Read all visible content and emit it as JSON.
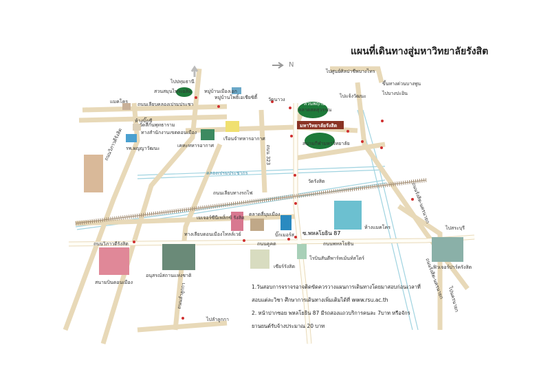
{
  "title": "แผนที่เดินทางสู่มหาวิทยาลัยรังสิต",
  "north": "N",
  "university": "มหาวิทยาลัยรังสิต",
  "labels": {
    "pathum": "ไปปทุมธานี",
    "bangkhen": "ไปศูนย์ศิลปาชีพบางไทร",
    "chaengwattana": "ไปแจ้งวัฒนะ",
    "bangpa_in": "ไปบางปะอิน",
    "tollway": "ขึ้นทางด่วนบางพูน",
    "saraburi": "ไปสระบุรี",
    "rangsit_nakhon": "ไปนครนายก",
    "lamlukka": "ไปลำลูกกา",
    "park_north": "สวนสมุนไพรเฉลิม",
    "village": "หมู่บ้านเมืองเอก",
    "thai_market": "ตลาดสดสุวรรณ",
    "ekachai": "หมู่บ้านโพธิ์เอเชียซิตี้",
    "wat_nava": "วัดนาวง",
    "canal_road": "ถนนเลียบคลองเปรมประชา",
    "makro": "แมคโคร",
    "lotus": "ห้างบิ๊กซี",
    "wat_phut": "วัดสีกันพุทธาราม",
    "district_office": "ทางสำนักงานเขตดอนเมือง",
    "hospital": "รพ.ผญญาวัฒนะ",
    "air_force": "เคหะทหารอากาศ",
    "air_museum": "เรือนจำทหารอากาศ",
    "road_vibhavadi": "ถนนวิภาวดีรังสิต",
    "khlong_main": "คลองเปรมประชากร",
    "road_rama": "ถนนพหลโยธิน",
    "u_north": "สวนพฤกษศาสตร์",
    "u_south": "สนามกีฬามหาวิทยาลัย",
    "wat_rangsit": "วัดรังสิต",
    "railway_road": "ถนนเลียบทางรถไฟ",
    "future_park": "เมเจอร์ซีนีเพล็กซ์ รังสิต",
    "market": "ตลาดสี่มุมเมือง",
    "bigc": "บิ๊กเมอร์ส",
    "soi87": "ซ.พหลโยธิน 87",
    "makro2": "ห้างแมคโคร",
    "phahon": "ถนนพหลโยธิน",
    "kukot": "ถนนคูคต",
    "robinson": "โรบินสันดีพาร์ทเม้นท์สโตร์",
    "rangsit_city": "เซียร์รังสิต",
    "future2": "ฟิวเจอร์ปาร์ครังสิต",
    "stadium": "สนามบินดอนเมือง",
    "monument": "อนุสรณ์สถานแห่งชาติ",
    "airport_rd": "ถนนวิภาวดีรังสิต",
    "donmuang": "ทางเลียบดอนเมืองโทลล์เวย์",
    "rangsit_nakhonnayok": "ถนนรังสิต-นครนายก",
    "rangsit_nakhonnayok2": "ถนนรังสิต-นครนายก",
    "lamlukka_rd": "ถนนลำลูกกา",
    "rd_323": "ถนน 323"
  },
  "notes": [
    "1.วันสอบการจราจรอาจติดขัดควรวางแผนการเดินทางโดยมาสอบก่อนเวลาที่",
    "สอบแต่ละวิชา ศึกษาการเดินทางเพิ่มเติมได้ที่ www.rsu.ac.th",
    "2. หน้าปากซอย พหลโยธิน 87 มีรถสองแถวบริการคนละ  7บาท หรือจักร",
    "ยานยนต์รับจ้างประมาณ 20 บาท"
  ],
  "colors": {
    "road": "#e8d9b8",
    "canal": "#9fd3e0",
    "park": "#1e7a3a",
    "university": "#8a3324",
    "marker": "#d03030"
  }
}
